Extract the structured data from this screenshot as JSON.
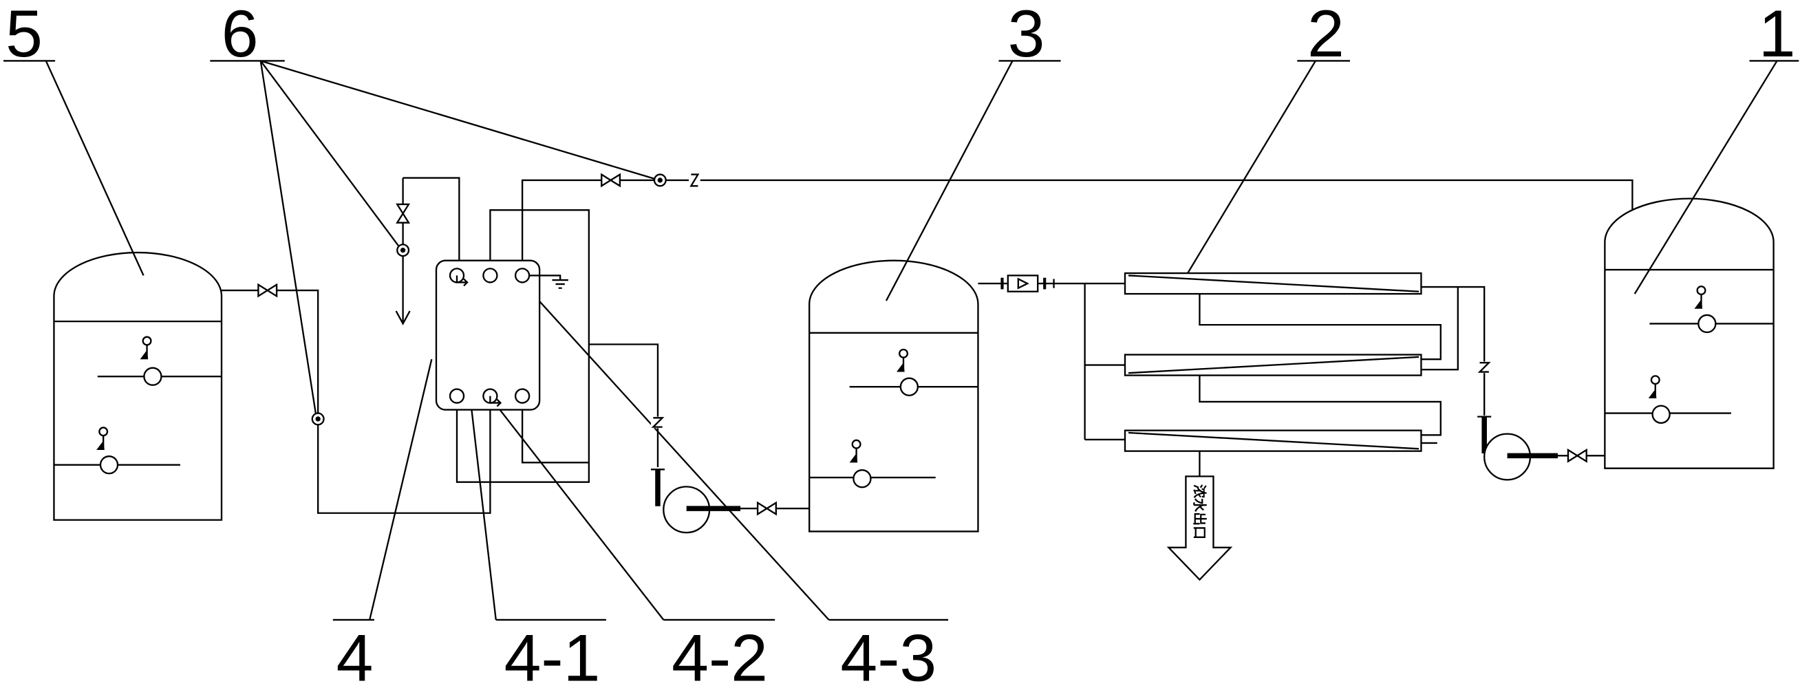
{
  "callouts": {
    "label_1": "1",
    "label_2": "2",
    "label_3": "3",
    "label_4": "4",
    "label_4_1": "4-1",
    "label_4_2": "4-2",
    "label_4_3": "4-3",
    "label_5": "5",
    "label_6": "6"
  },
  "outlet": {
    "label": "浓水出口"
  }
}
